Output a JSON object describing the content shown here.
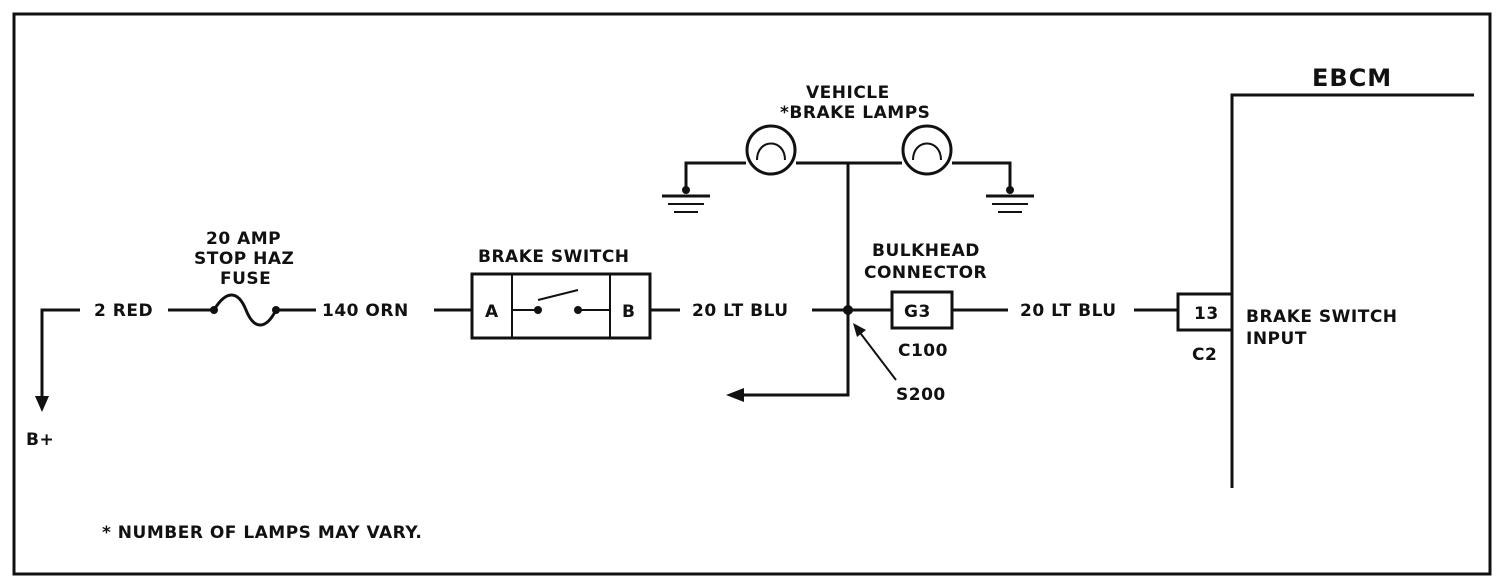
{
  "module": {
    "name": "EBCM"
  },
  "lamps": {
    "line1": "VEHICLE",
    "line2": "*BRAKE LAMPS"
  },
  "fuse": {
    "line1": "20 AMP",
    "line2": "STOP HAZ",
    "line3": "FUSE"
  },
  "switch": {
    "title": "BRAKE SWITCH",
    "pin_a": "A",
    "pin_b": "B"
  },
  "bulkhead": {
    "line1": "BULKHEAD",
    "line2": "CONNECTOR",
    "pin": "G3",
    "connector_id": "C100"
  },
  "splice": {
    "id": "S200"
  },
  "module_connector": {
    "pin": "13",
    "connector_id": "C2",
    "input_line1": "BRAKE SWITCH",
    "input_line2": "INPUT"
  },
  "wires": {
    "w1": "2 RED",
    "w2": "140 ORN",
    "w3": "20 LT BLU",
    "w4": "20 LT BLU"
  },
  "power": {
    "label": "B+"
  },
  "footnote": "* NUMBER OF LAMPS MAY VARY."
}
